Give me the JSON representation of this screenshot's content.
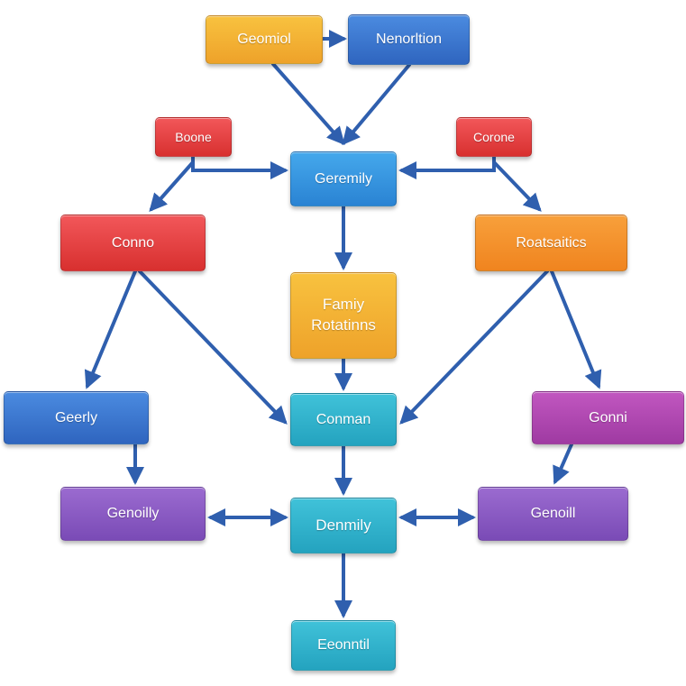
{
  "nodes": {
    "top_left": "Geomiol",
    "top_right": "Nenorltion",
    "small_left": "Boone",
    "small_right": "Corone",
    "center1": "Geremily",
    "red_big": "Conno",
    "orange_right": "Roatsaitics",
    "family": "Famiy\nRotatinns",
    "left_blue": "Geerly",
    "center2": "Conman",
    "magenta": "Gonni",
    "purple_left": "Genoilly",
    "center3": "Denmily",
    "purple_right": "Genoill",
    "bottom": "Eeonntil"
  },
  "colors": {
    "arrow": "#2f5fae",
    "orange": "#f3ad31",
    "orange_dark": "#f0841f",
    "blue": "#3b8fdc",
    "blue_dark": "#3a74cf",
    "teal": "#2fb1cb",
    "red": "#e34243",
    "purple": "#8a58c2",
    "magenta": "#b048b0"
  }
}
